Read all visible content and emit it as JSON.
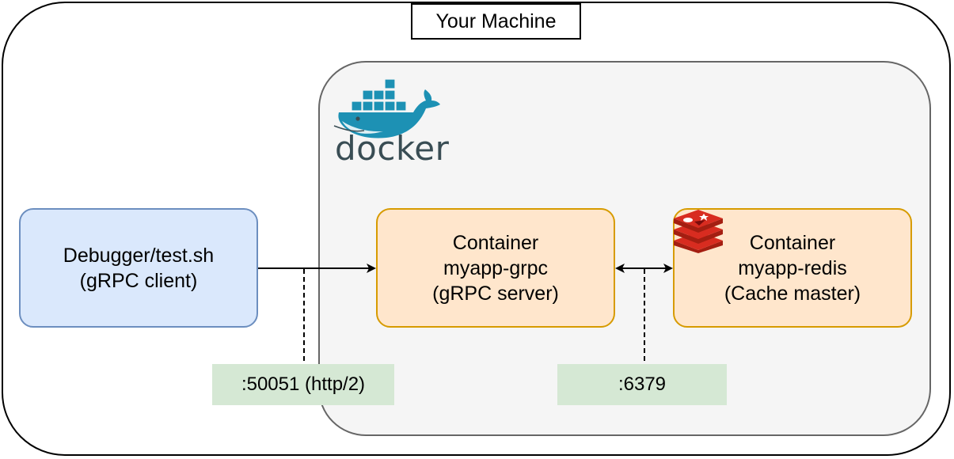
{
  "machine": {
    "title": "Your Machine"
  },
  "docker": {
    "wordmark": "docker"
  },
  "nodes": {
    "client": {
      "lines": [
        "Debugger/test.sh",
        "(gRPC client)"
      ]
    },
    "grpc": {
      "lines": [
        "Container",
        "myapp-grpc",
        "(gRPC server)"
      ]
    },
    "redis": {
      "lines": [
        "Container",
        "myapp-redis",
        "(Cache master)"
      ]
    }
  },
  "ports": {
    "grpc": ":50051 (http/2)",
    "redis": ":6379"
  },
  "icons": {
    "docker": "docker-whale-icon",
    "redis": "redis-icon"
  },
  "colors": {
    "client_fill": "#dae8fc",
    "client_border": "#6c8ebf",
    "container_fill": "#ffe6cc",
    "container_border": "#d79b00",
    "port_fill": "#d5e8d4",
    "docker_area_fill": "#f5f5f5"
  }
}
